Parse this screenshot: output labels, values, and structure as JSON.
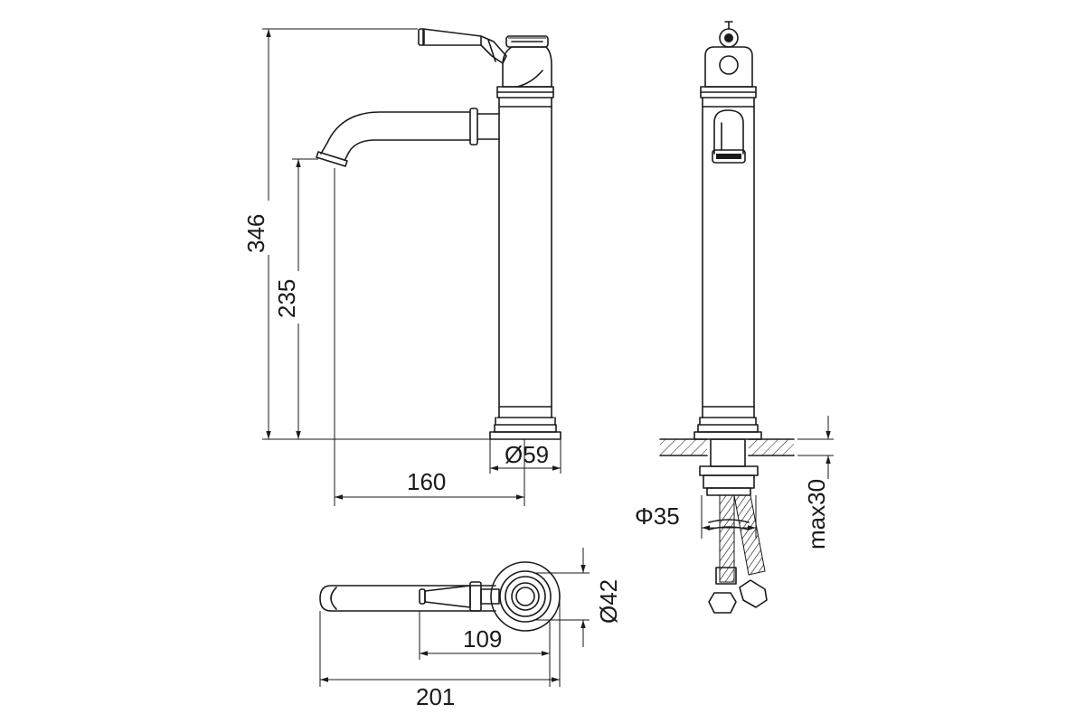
{
  "drawing": {
    "height_total": "346",
    "height_spout": "235",
    "base_diameter": "Ø59",
    "reach": "160",
    "hose_diameter": "Φ35",
    "deck_thickness": "max30",
    "body_diameter": "Ø42",
    "handle_offset": "109",
    "overall_length": "201"
  }
}
